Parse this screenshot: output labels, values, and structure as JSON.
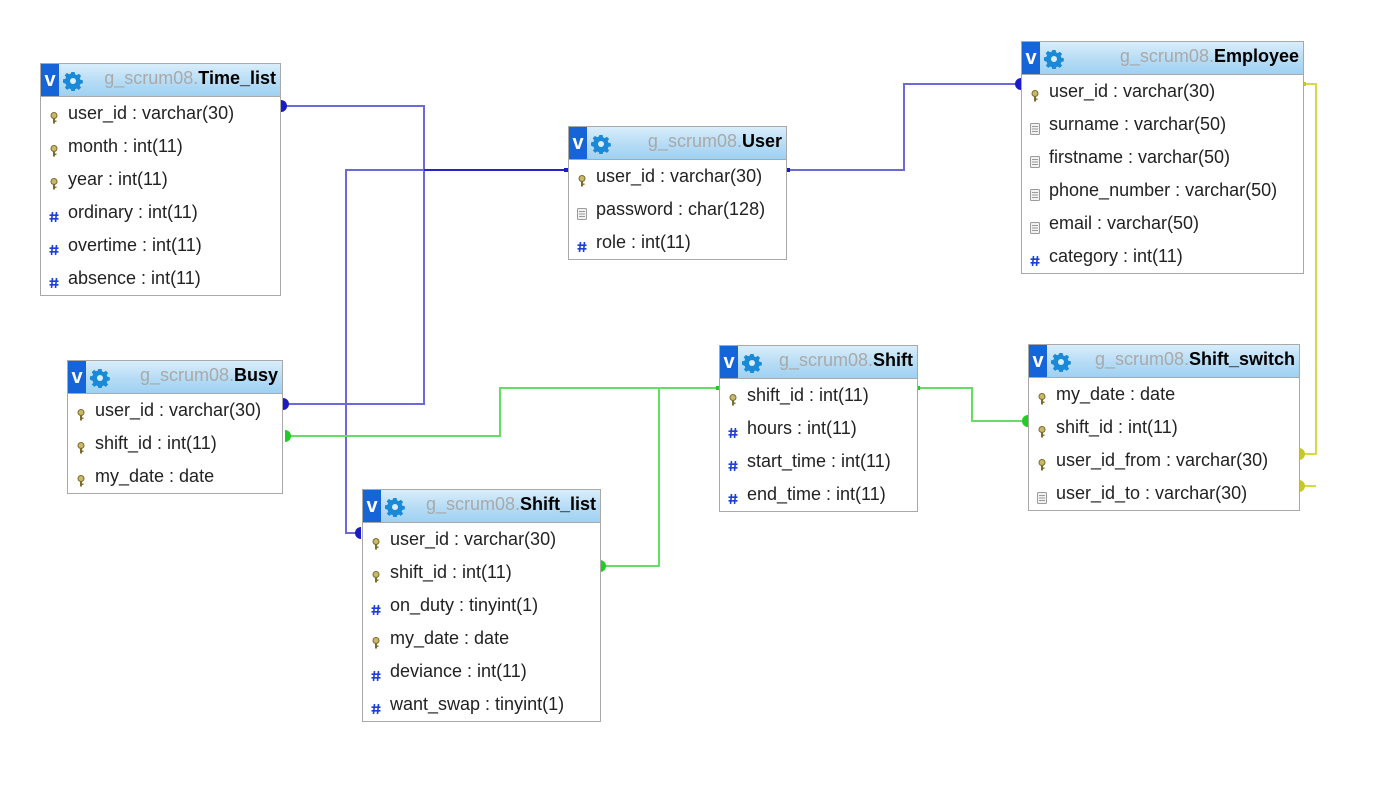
{
  "database": "g_scrum08.",
  "tables": {
    "time_list": {
      "name": "Time_list",
      "columns": [
        {
          "text": "user_id : varchar(30)",
          "icon": "key-icon"
        },
        {
          "text": "month : int(11)",
          "icon": "key-icon"
        },
        {
          "text": "year : int(11)",
          "icon": "key-icon"
        },
        {
          "text": "ordinary : int(11)",
          "icon": "hash-icon"
        },
        {
          "text": "overtime : int(11)",
          "icon": "hash-icon"
        },
        {
          "text": "absence : int(11)",
          "icon": "hash-icon"
        }
      ]
    },
    "user": {
      "name": "User",
      "columns": [
        {
          "text": "user_id : varchar(30)",
          "icon": "key-icon"
        },
        {
          "text": "password : char(128)",
          "icon": "text-icon"
        },
        {
          "text": "role : int(11)",
          "icon": "hash-icon"
        }
      ]
    },
    "employee": {
      "name": "Employee",
      "columns": [
        {
          "text": "user_id : varchar(30)",
          "icon": "key-icon"
        },
        {
          "text": "surname : varchar(50)",
          "icon": "text-icon"
        },
        {
          "text": "firstname : varchar(50)",
          "icon": "text-icon"
        },
        {
          "text": "phone_number : varchar(50)",
          "icon": "text-icon"
        },
        {
          "text": "email : varchar(50)",
          "icon": "text-icon"
        },
        {
          "text": "category : int(11)",
          "icon": "hash-icon"
        }
      ]
    },
    "busy": {
      "name": "Busy",
      "columns": [
        {
          "text": "user_id : varchar(30)",
          "icon": "key-icon"
        },
        {
          "text": "shift_id : int(11)",
          "icon": "key-icon"
        },
        {
          "text": "my_date : date",
          "icon": "key-icon"
        }
      ]
    },
    "shift": {
      "name": "Shift",
      "columns": [
        {
          "text": "shift_id : int(11)",
          "icon": "key-icon"
        },
        {
          "text": "hours : int(11)",
          "icon": "hash-icon"
        },
        {
          "text": "start_time : int(11)",
          "icon": "hash-icon"
        },
        {
          "text": "end_time : int(11)",
          "icon": "hash-icon"
        }
      ]
    },
    "shift_switch": {
      "name": "Shift_switch",
      "columns": [
        {
          "text": "my_date : date",
          "icon": "key-icon"
        },
        {
          "text": "shift_id : int(11)",
          "icon": "key-icon"
        },
        {
          "text": "user_id_from : varchar(30)",
          "icon": "key-icon"
        },
        {
          "text": "user_id_to : varchar(30)",
          "icon": "text-icon"
        }
      ]
    },
    "shift_list": {
      "name": "Shift_list",
      "columns": [
        {
          "text": "user_id : varchar(30)",
          "icon": "key-icon"
        },
        {
          "text": "shift_id : int(11)",
          "icon": "key-icon"
        },
        {
          "text": "on_duty : tinyint(1)",
          "icon": "hash-icon"
        },
        {
          "text": "my_date : date",
          "icon": "key-icon"
        },
        {
          "text": "deviance : int(11)",
          "icon": "hash-icon"
        },
        {
          "text": "want_swap : tinyint(1)",
          "icon": "hash-icon"
        }
      ]
    }
  },
  "relations": [
    {
      "from": "time_list.user_id",
      "to": "user.user_id",
      "color": "#6a6ad8"
    },
    {
      "from": "busy.user_id",
      "to": "user.user_id",
      "color": "#6a6ad8"
    },
    {
      "from": "shift_list.user_id",
      "to": "user.user_id",
      "color": "#6a6ad8"
    },
    {
      "from": "employee.user_id",
      "to": "user.user_id",
      "color": "#6a6ad8"
    },
    {
      "from": "busy.shift_id",
      "to": "shift.shift_id",
      "color": "#66dd66"
    },
    {
      "from": "shift_list.shift_id",
      "to": "shift.shift_id",
      "color": "#66dd66"
    },
    {
      "from": "shift_switch.shift_id",
      "to": "shift.shift_id",
      "color": "#66dd66"
    },
    {
      "from": "shift_switch.user_id_from",
      "to": "employee.user_id",
      "color": "#d8d84a"
    },
    {
      "from": "shift_switch.user_id_to",
      "to": "employee.user_id",
      "color": "#d8d84a"
    }
  ],
  "colors": {
    "header_toggle": "#1565d8",
    "gear": "#1a8ad8",
    "key_icon": "#a89a4a",
    "hash_icon": "#1d3fd8",
    "text_icon": "#9a9a9a",
    "relation_user": "#6a6ad8",
    "relation_shift": "#66dd66",
    "relation_employee": "#d8d84a"
  }
}
